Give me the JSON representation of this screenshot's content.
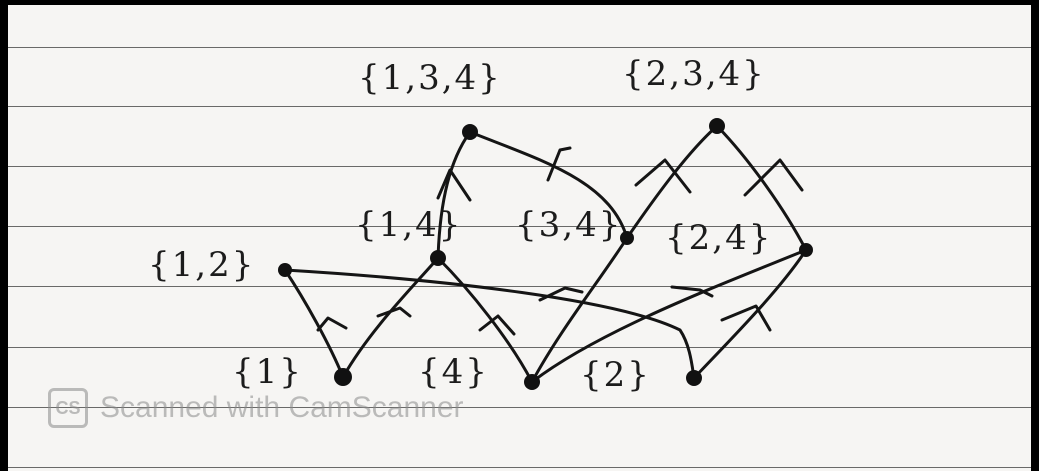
{
  "nodes": {
    "s134": "{1,3,4}",
    "s234": "{2,3,4}",
    "s14": "{1,4}",
    "s34": "{3,4}",
    "s24": "{2,4}",
    "s12": "{1,2}",
    "s1": "{1}",
    "s4": "{4}",
    "s2": "{2}"
  },
  "watermark": {
    "logo": "CS",
    "text": "Scanned with CamScanner"
  },
  "colors": {
    "background": "#000000",
    "paper": "#f6f5f3",
    "ink": "#151515",
    "watermark": "#8a8a8a"
  }
}
